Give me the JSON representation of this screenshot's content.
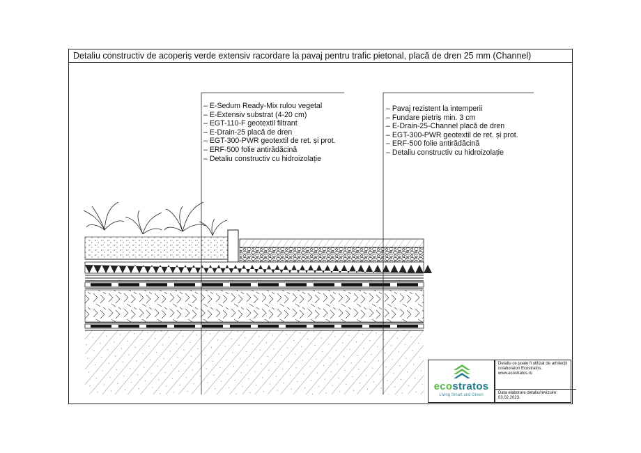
{
  "title": "Detaliu constructiv de acoperiș verde extensiv racordare la  pavaj pentru trafic pietonal, placă de dren 25 mm (Channel)",
  "left_labels": [
    "E-Sedum Ready-Mix rulou vegetal",
    "E-Extensiv substrat (4-20 cm)",
    "EGT-110-F geotextil filtrant",
    "E-Drain-25 placă de dren",
    "EGT-300-PWR geotextil de ret. și prot.",
    "ERF-500 folie antirădăcină",
    "Detaliu constructiv cu hidroizolație"
  ],
  "right_labels": [
    "Pavaj rezistent la intemperii",
    "Fundare pietriș min. 3 cm",
    "E-Drain-25-Channel placă de dren",
    "EGT-300-PWR geotextil de ret. și prot.",
    "ERF-500 folie antirădăcină",
    "Detaliu constructiv cu hidroizolație"
  ],
  "logo": {
    "name_part1": "eco",
    "name_part2": "stratos",
    "slogan": "Living Smart and Green",
    "colors": {
      "green": "#58b947",
      "teal": "#1f7a8c"
    }
  },
  "info": {
    "note": "Detaliu ce poate fi utilizat de arhitecții colaboratori Ecostratos.",
    "website": "www.ecostratos.ro",
    "date_label": "Data elaborare detaliu/revizuire:",
    "date": "03.02.2023."
  }
}
